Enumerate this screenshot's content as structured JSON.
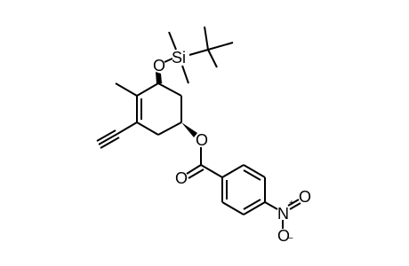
{
  "atoms": {
    "silyl_oxygen": "O",
    "silicon": "Si",
    "ester_oxygen": "O",
    "carbonyl_oxygen": "O",
    "nitro_nitrogen": "N",
    "nitro_oxygen_top": "O",
    "nitro_oxygen_bottom": "O"
  },
  "charges": {
    "nitro_nitrogen": "+",
    "nitro_oxygen_bottom": "−"
  },
  "colors": {
    "bond": "#000000",
    "background": "#ffffff"
  }
}
